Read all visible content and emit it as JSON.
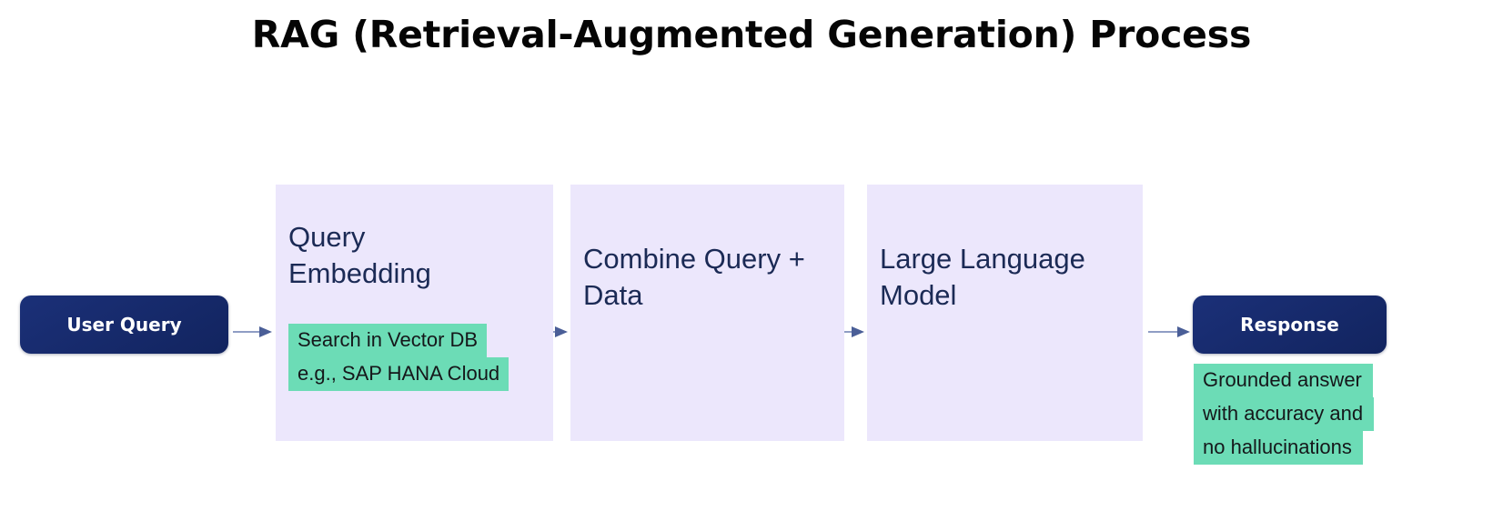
{
  "diagram": {
    "title": "RAG (Retrieval-Augmented Generation) Process",
    "type": "process-flow",
    "colors": {
      "panel_background": "#ECE7FC",
      "node_navy": "#15266A",
      "node_text": "#FFFFFF",
      "annotation_highlight": "#6CDCB6",
      "annotation_text": "#15171A",
      "stage_label_text": "#1B2A55",
      "arrow": "#7B8AB8",
      "title_text": "#050505",
      "canvas_background": "#FFFFFF"
    },
    "nodes": {
      "user_query": {
        "label": "User Query",
        "shape": "rounded-rect",
        "style": "navy-pill"
      },
      "response": {
        "label": "Response",
        "shape": "rounded-rect",
        "style": "navy-pill"
      }
    },
    "stages": [
      {
        "id": "query-embedding",
        "label": "Query\nEmbedding",
        "label_line_1": "Query",
        "label_line_2": "Embedding"
      },
      {
        "id": "combine-query-data",
        "label": "Combine Query +\nData",
        "label_line_1": "Combine Query +",
        "label_line_2": "Data"
      },
      {
        "id": "large-language-model",
        "label": "Large Language\nModel",
        "label_line_1": "Large Language",
        "label_line_2": "Model"
      }
    ],
    "annotations": [
      {
        "id": "vector-db",
        "lines": [
          "Search in Vector DB",
          "e.g., SAP HANA Cloud"
        ]
      },
      {
        "id": "grounded-answer",
        "lines": [
          "Grounded answer",
          "with accuracy and",
          "no hallucinations"
        ]
      }
    ],
    "arrows": [
      {
        "from": "User Query",
        "to": "Query Embedding"
      },
      {
        "from": "Query Embedding",
        "to": "Combine Query + Data"
      },
      {
        "from": "Combine Query + Data",
        "to": "Large Language Model"
      },
      {
        "from": "Large Language Model",
        "to": "Response"
      }
    ]
  }
}
